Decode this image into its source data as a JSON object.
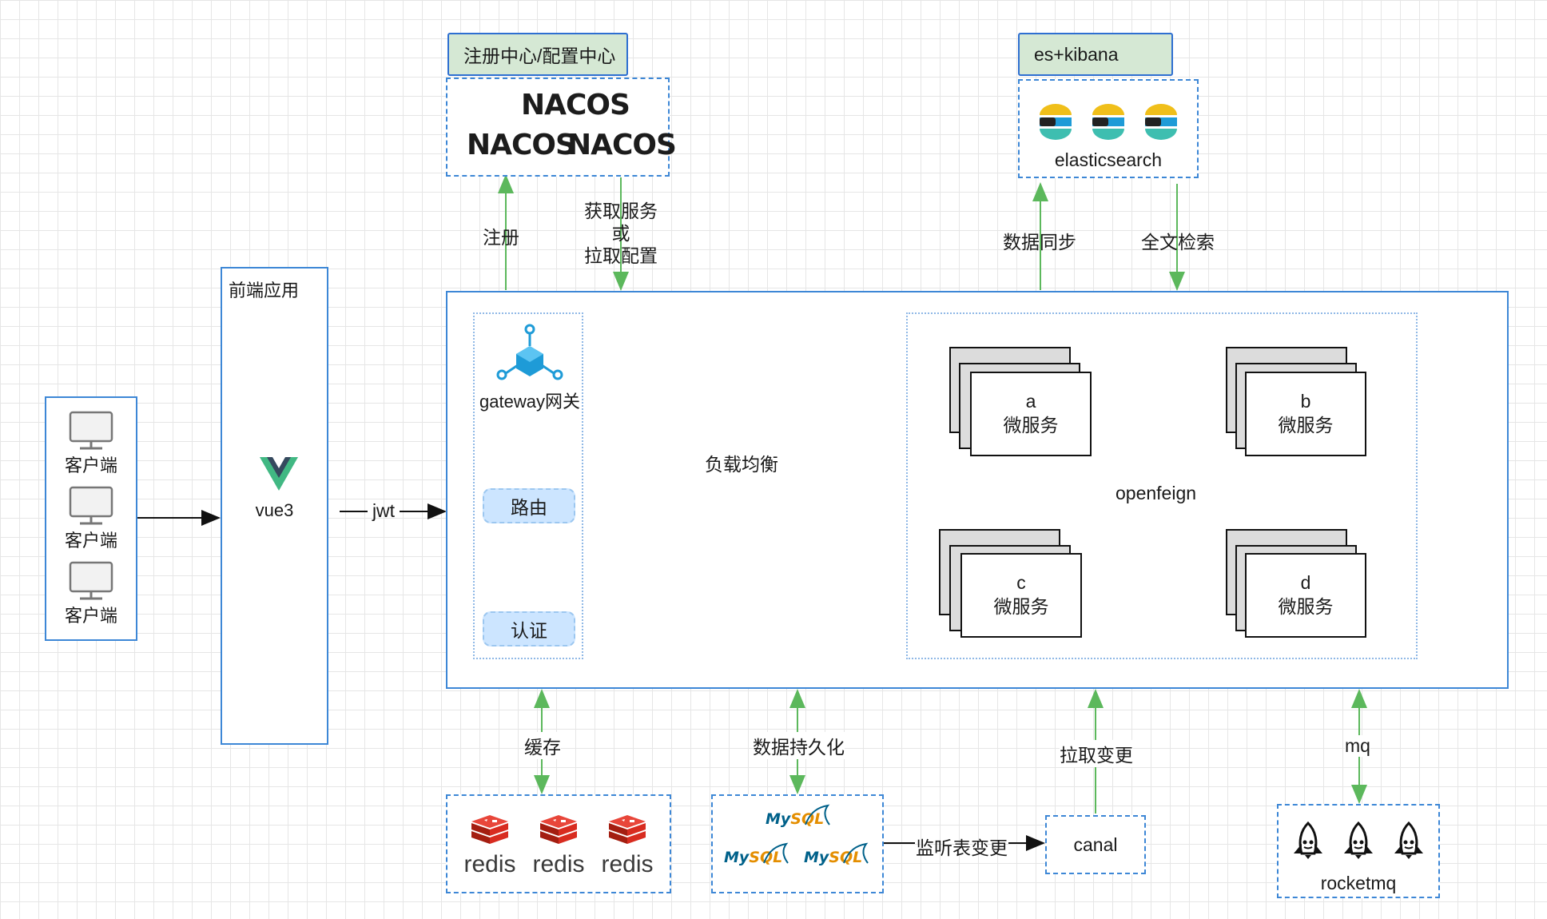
{
  "clients": {
    "label": "客户端",
    "count": 3
  },
  "frontend": {
    "title": "前端应用",
    "framework": "vue3"
  },
  "arrows": {
    "jwt": "jwt",
    "register": "注册",
    "fetch_service": [
      "获取服务",
      "或",
      "拉取配置"
    ],
    "data_sync": "数据同步",
    "fulltext_search": "全文检索",
    "load_balance": "负载均衡",
    "cache": "缓存",
    "persistence": "数据持久化",
    "pull_changes": "拉取变更",
    "mq": "mq",
    "listen_table_changes": "监听表变更"
  },
  "nacos": {
    "tag": "注册中心/配置中心",
    "logo_text": "NACOS",
    "logo_count": 3
  },
  "elastic": {
    "tag": "es+kibana",
    "label": "elasticsearch",
    "icon_count": 3
  },
  "gateway": {
    "label": "gateway网关",
    "routing": "路由",
    "auth": "认证"
  },
  "services": [
    {
      "name": "a",
      "label": "微服务"
    },
    {
      "name": "b",
      "label": "微服务"
    },
    {
      "name": "c",
      "label": "微服务"
    },
    {
      "name": "d",
      "label": "微服务"
    }
  ],
  "openfeign": "openfeign",
  "redis": {
    "text": "redis",
    "count": 3
  },
  "mysql": {
    "my": "My",
    "sql": "SQL",
    "count": 3
  },
  "canal": "canal",
  "rocketmq": {
    "label": "rocketmq",
    "icon_count": 3
  },
  "colors": {
    "accent": "#3d87d6",
    "green_tag": "#d5e8d4",
    "arrow_green": "#5cb85c",
    "redis": "#d82c20",
    "elastic_yellow": "#f0bf1a",
    "elastic_teal": "#3ebeb0"
  }
}
